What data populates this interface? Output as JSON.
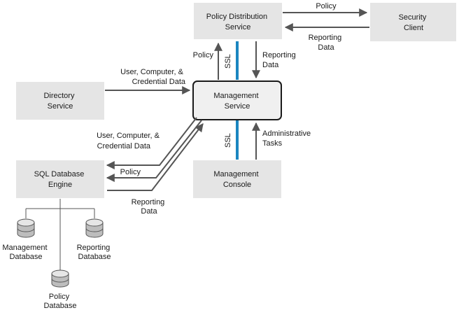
{
  "nodes": {
    "policy_distribution": [
      "Policy Distribution",
      "Service"
    ],
    "security_client": [
      "Security",
      "Client"
    ],
    "directory_service": [
      "Directory",
      "Service"
    ],
    "management_service": [
      "Management",
      "Service"
    ],
    "sql_engine": [
      "SQL Database",
      "Engine"
    ],
    "management_console": [
      "Management",
      "Console"
    ],
    "management_db": [
      "Management",
      "Database"
    ],
    "reporting_db": [
      "Reporting",
      "Database"
    ],
    "policy_db": [
      "Policy",
      "Database"
    ]
  },
  "labels": {
    "policy_top": [
      "Policy"
    ],
    "reporting_top": [
      "Reporting",
      "Data"
    ],
    "policy_up": [
      "Policy"
    ],
    "reporting_down": [
      "Reporting",
      "Data"
    ],
    "ssl_top": [
      "SSL"
    ],
    "ssl_bottom": [
      "SSL"
    ],
    "user_cred_top": [
      "User, Computer, &",
      "Credential Data"
    ],
    "user_cred_left": [
      "User, Computer, &",
      "Credential Data"
    ],
    "policy_left": [
      "Policy"
    ],
    "reporting_left": [
      "Reporting",
      "Data"
    ],
    "admin_tasks": [
      "Administrative",
      "Tasks"
    ]
  }
}
